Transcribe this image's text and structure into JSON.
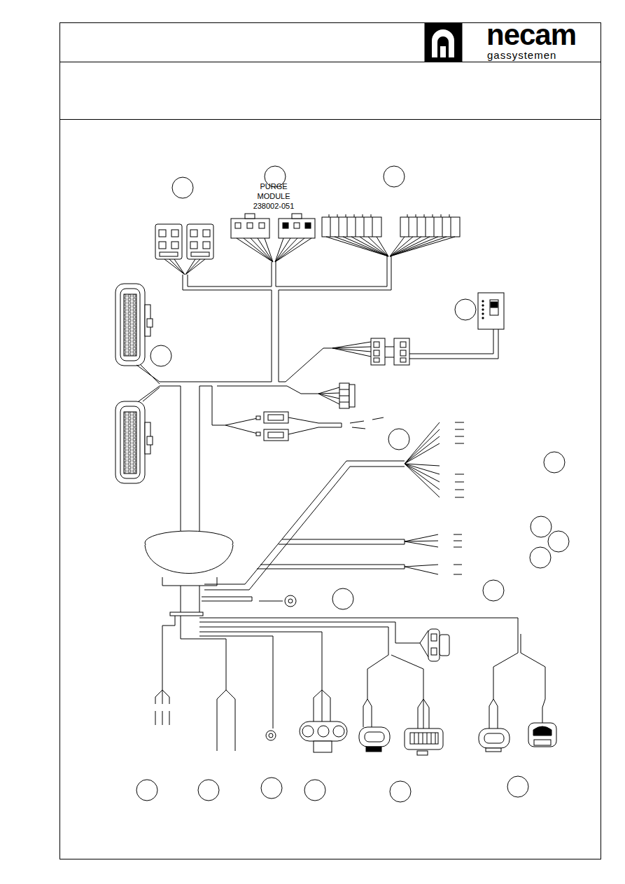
{
  "diagram": {
    "nodes": [
      {
        "text": [
          "necam",
          "gassystemen"
        ]
      },
      {
        "text": [
          "PURGE MODULE 238002-051"
        ]
      }
    ]
  }
}
